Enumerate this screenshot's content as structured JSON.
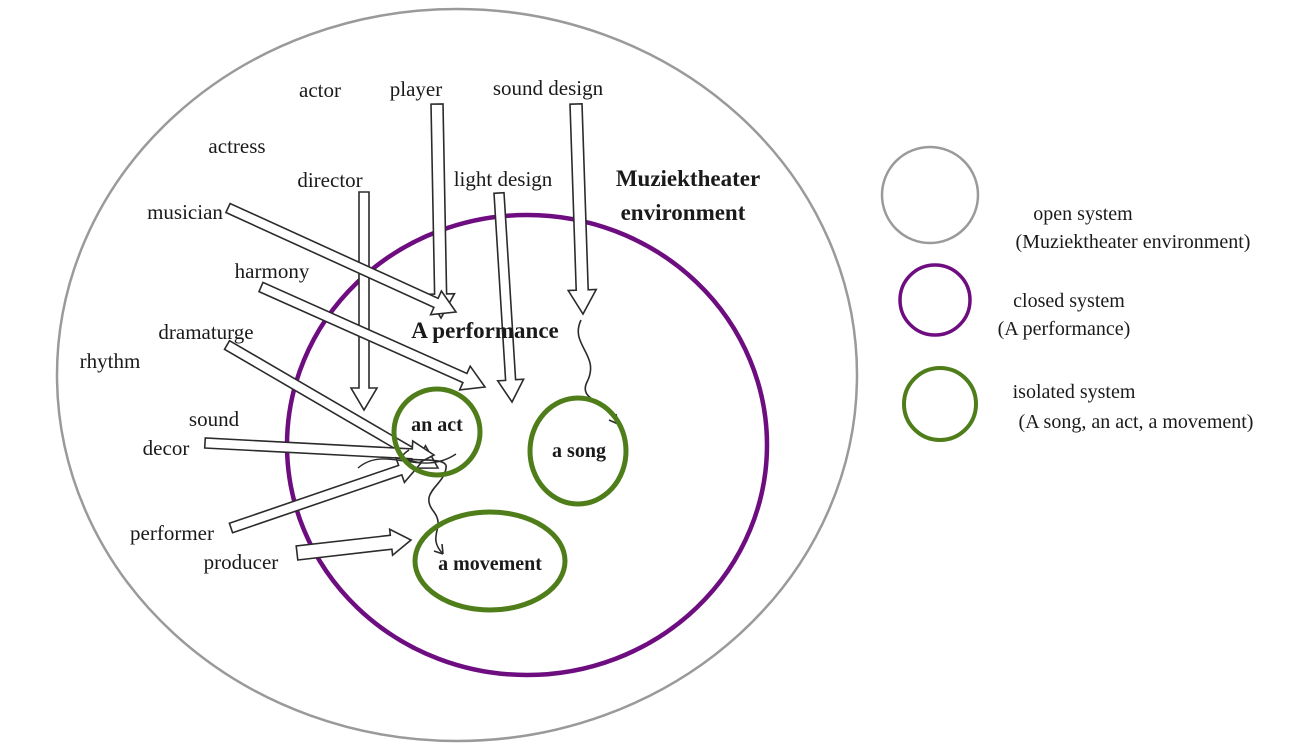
{
  "diagram": {
    "labels": {
      "actor": "actor",
      "player": "player",
      "sound_design": "sound design",
      "actress": "actress",
      "director": "director",
      "light_design": "light design",
      "musician": "musician",
      "harmony": "harmony",
      "dramaturge": "dramaturge",
      "rhythm": "rhythm",
      "sound": "sound",
      "decor": "decor",
      "performer": "performer",
      "producer": "producer",
      "environment_line1": "Muziektheater",
      "environment_line2": "environment",
      "performance": "A performance",
      "an_act": "an act",
      "a_song": "a song",
      "a_movement": "a movement"
    },
    "colors": {
      "open_system": "#9a9a9a",
      "closed_system": "#6e0d80",
      "isolated_system": "#4e7d1a",
      "arrow_outline": "#2b2b2b"
    }
  },
  "legend": {
    "open": {
      "line1": "open system",
      "line2": "(Muziektheater environment)"
    },
    "closed": {
      "line1": "closed system",
      "line2": "(A performance)"
    },
    "isolated": {
      "line1": "isolated system",
      "line2": "(A song, an act, a movement)"
    }
  }
}
